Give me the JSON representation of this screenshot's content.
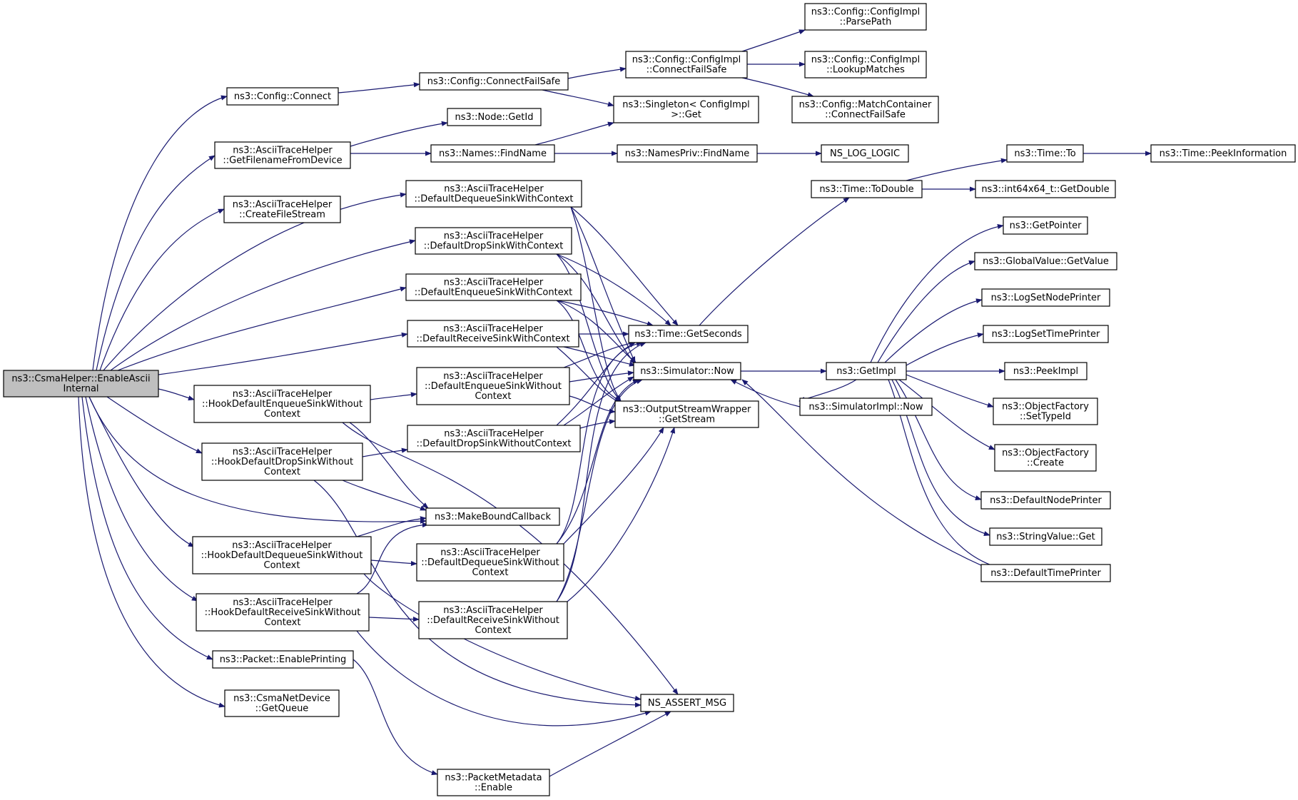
{
  "colors": {
    "edge": "#191970",
    "node_border": "#000000",
    "node_border_truncated": "#ff0000",
    "root_fill": "#bfbfbf",
    "node_fill": "#ffffff"
  },
  "nodes": [
    {
      "id": "root",
      "lines": [
        "ns3::CsmaHelper::EnableAscii",
        "Internal"
      ],
      "root": true
    },
    {
      "id": "cfgconnect",
      "lines": [
        "ns3::Config::Connect"
      ]
    },
    {
      "id": "getfilename",
      "lines": [
        "ns3::AsciiTraceHelper",
        "::GetFilenameFromDevice"
      ]
    },
    {
      "id": "createfile",
      "lines": [
        "ns3::AsciiTraceHelper",
        "::CreateFileStream"
      ]
    },
    {
      "id": "hookenq",
      "lines": [
        "ns3::AsciiTraceHelper",
        "::HookDefaultEnqueueSinkWithout",
        "Context"
      ]
    },
    {
      "id": "hookdrop",
      "lines": [
        "ns3::AsciiTraceHelper",
        "::HookDefaultDropSinkWithout",
        "Context"
      ]
    },
    {
      "id": "hookdeq",
      "lines": [
        "ns3::AsciiTraceHelper",
        "::HookDefaultDequeueSinkWithout",
        "Context"
      ]
    },
    {
      "id": "hookrecv",
      "lines": [
        "ns3::AsciiTraceHelper",
        "::HookDefaultReceiveSinkWithout",
        "Context"
      ]
    },
    {
      "id": "enableprint",
      "lines": [
        "ns3::Packet::EnablePrinting"
      ]
    },
    {
      "id": "getqueue",
      "lines": [
        "ns3::CsmaNetDevice",
        "::GetQueue"
      ]
    },
    {
      "id": "connectfailsafe",
      "lines": [
        "ns3::Config::ConnectFailSafe"
      ]
    },
    {
      "id": "nodegetid",
      "lines": [
        "ns3::Node::GetId"
      ]
    },
    {
      "id": "namesfind",
      "lines": [
        "ns3::Names::FindName"
      ]
    },
    {
      "id": "dqctx",
      "lines": [
        "ns3::AsciiTraceHelper",
        "::DefaultDequeueSinkWithContext"
      ]
    },
    {
      "id": "dropctx",
      "lines": [
        "ns3::AsciiTraceHelper",
        "::DefaultDropSinkWithContext"
      ]
    },
    {
      "id": "enqctx",
      "lines": [
        "ns3::AsciiTraceHelper",
        "::DefaultEnqueueSinkWithContext"
      ]
    },
    {
      "id": "recvctx",
      "lines": [
        "ns3::AsciiTraceHelper",
        "::DefaultReceiveSinkWithContext"
      ]
    },
    {
      "id": "enqwo",
      "lines": [
        "ns3::AsciiTraceHelper",
        "::DefaultEnqueueSinkWithout",
        "Context"
      ]
    },
    {
      "id": "dropwo",
      "lines": [
        "ns3::AsciiTraceHelper",
        "::DefaultDropSinkWithoutContext"
      ]
    },
    {
      "id": "makebound",
      "lines": [
        "ns3::MakeBoundCallback"
      ]
    },
    {
      "id": "deqwo",
      "lines": [
        "ns3::AsciiTraceHelper",
        "::DefaultDequeueSinkWithout",
        "Context"
      ]
    },
    {
      "id": "recvwo",
      "lines": [
        "ns3::AsciiTraceHelper",
        "::DefaultReceiveSinkWithout",
        "Context"
      ]
    },
    {
      "id": "pmenable",
      "lines": [
        "ns3::PacketMetadata",
        "::Enable"
      ]
    },
    {
      "id": "cfgimplcfs",
      "lines": [
        "ns3::Config::ConfigImpl",
        "::ConnectFailSafe"
      ]
    },
    {
      "id": "singleton",
      "lines": [
        "ns3::Singleton< ConfigImpl",
        ">::Get"
      ]
    },
    {
      "id": "namesprivfind",
      "lines": [
        "ns3::NamesPriv::FindName"
      ]
    },
    {
      "id": "getseconds",
      "lines": [
        "ns3::Time::GetSeconds"
      ]
    },
    {
      "id": "simnow",
      "lines": [
        "ns3::Simulator::Now"
      ]
    },
    {
      "id": "osw",
      "lines": [
        "ns3::OutputStreamWrapper",
        "::GetStream"
      ]
    },
    {
      "id": "assertmsg",
      "lines": [
        "NS_ASSERT_MSG"
      ]
    },
    {
      "id": "parsepath",
      "lines": [
        "ns3::Config::ConfigImpl",
        "::ParsePath"
      ]
    },
    {
      "id": "lookup",
      "lines": [
        "ns3::Config::ConfigImpl",
        "::LookupMatches"
      ]
    },
    {
      "id": "matchcont",
      "lines": [
        "ns3::Config::MatchContainer",
        "::ConnectFailSafe"
      ]
    },
    {
      "id": "nslog",
      "lines": [
        "NS_LOG_LOGIC"
      ]
    },
    {
      "id": "todouble",
      "lines": [
        "ns3::Time::ToDouble"
      ]
    },
    {
      "id": "getimpl",
      "lines": [
        "ns3::GetImpl"
      ]
    },
    {
      "id": "simimplnow",
      "lines": [
        "ns3::SimulatorImpl::Now"
      ]
    },
    {
      "id": "timeto",
      "lines": [
        "ns3::Time::To"
      ],
      "truncated": true
    },
    {
      "id": "getdouble",
      "lines": [
        "ns3::int64x64_t::GetDouble"
      ]
    },
    {
      "id": "peekinfo",
      "lines": [
        "ns3::Time::PeekInformation"
      ],
      "truncated": true
    },
    {
      "id": "getpointer",
      "lines": [
        "ns3::GetPointer"
      ],
      "truncated": true
    },
    {
      "id": "gvgetvalue",
      "lines": [
        "ns3::GlobalValue::GetValue"
      ],
      "truncated": true
    },
    {
      "id": "lognodeprinter",
      "lines": [
        "ns3::LogSetNodePrinter"
      ]
    },
    {
      "id": "logtimeprinter",
      "lines": [
        "ns3::LogSetTimePrinter"
      ],
      "truncated": true
    },
    {
      "id": "peekimpl",
      "lines": [
        "ns3::PeekImpl"
      ]
    },
    {
      "id": "ofsettype",
      "lines": [
        "ns3::ObjectFactory",
        "::SetTypeId"
      ],
      "truncated": true
    },
    {
      "id": "ofcreate",
      "lines": [
        "ns3::ObjectFactory",
        "::Create"
      ],
      "truncated": true
    },
    {
      "id": "defnodeprinter",
      "lines": [
        "ns3::DefaultNodePrinter"
      ],
      "truncated": true
    },
    {
      "id": "strget",
      "lines": [
        "ns3::StringValue::Get"
      ]
    },
    {
      "id": "deftimeprinter",
      "lines": [
        "ns3::DefaultTimePrinter"
      ],
      "truncated": true
    }
  ]
}
